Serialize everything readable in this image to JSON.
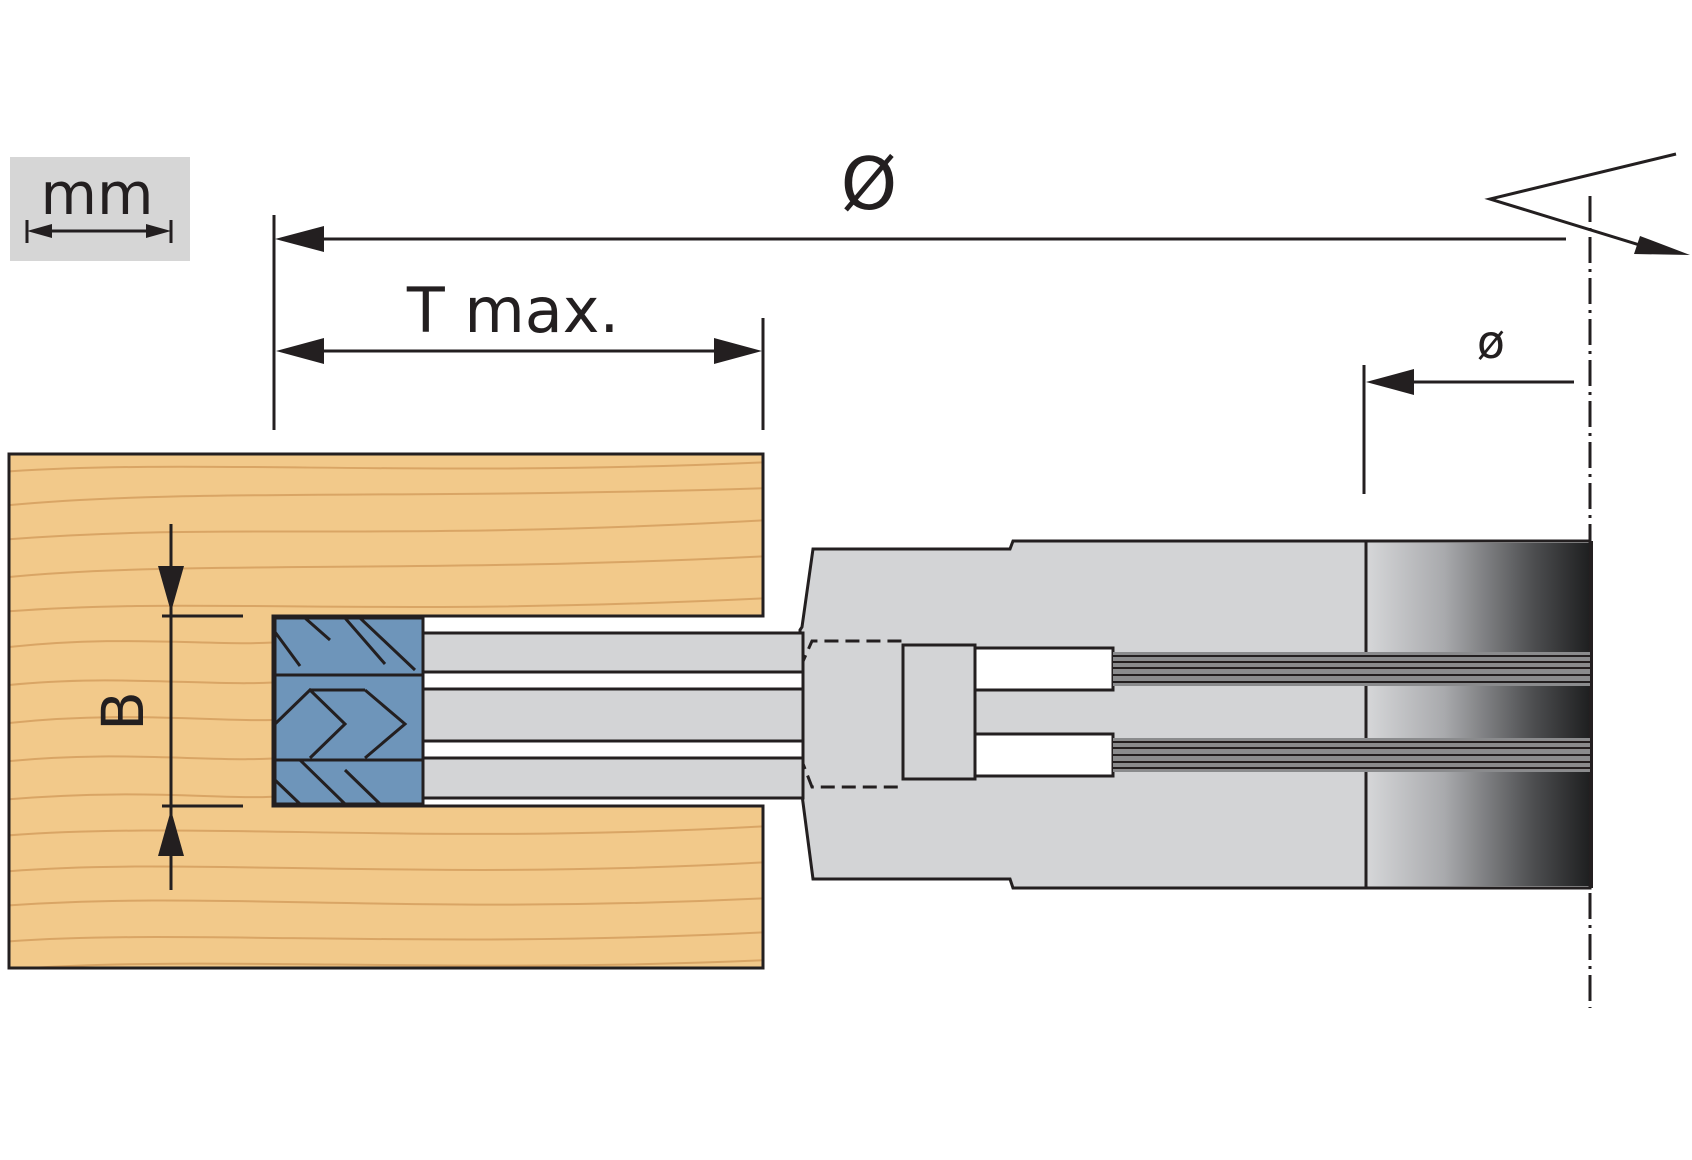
{
  "unit_badge": {
    "text": "mm"
  },
  "labels": {
    "outer_diameter": "Ø",
    "depth": "T max.",
    "bore_diameter": "ø",
    "width": "B"
  },
  "colors": {
    "wood": "#f2c98a",
    "wood_grain": "#d9a565",
    "steel": "#d3d4d6",
    "cutter_blue": "#6e95ba",
    "badge": "#d6d6d6",
    "line": "#231f20"
  }
}
